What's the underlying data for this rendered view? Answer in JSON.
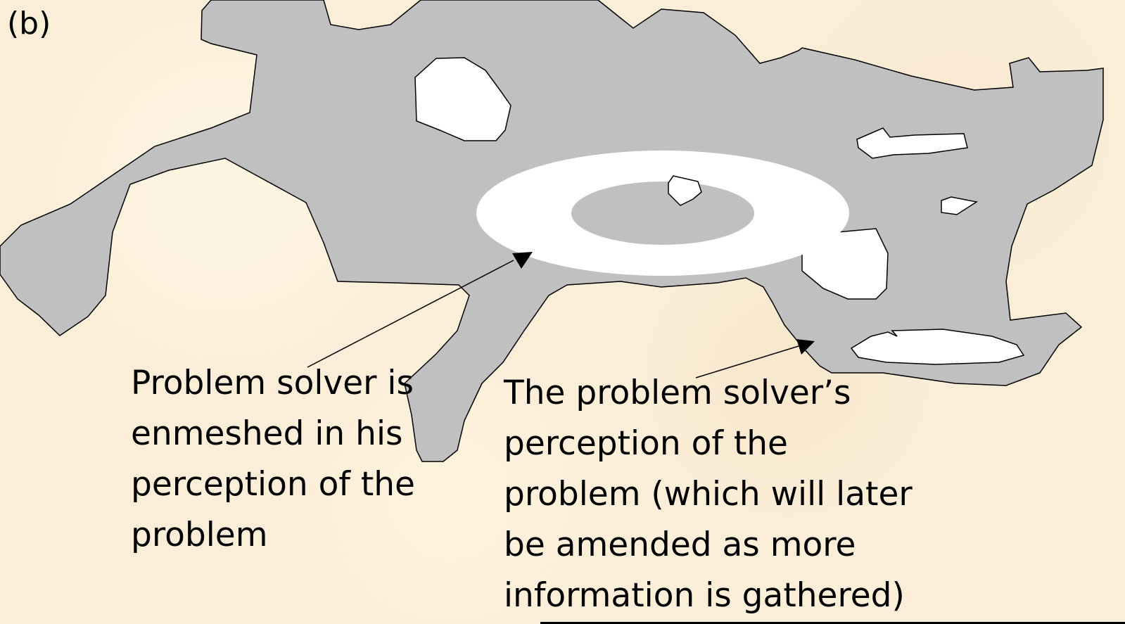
{
  "panel_label": "(b)",
  "annotations": {
    "enmeshed": "Problem solver is\nenmeshed in his\nperception of the\nproblem",
    "perception": "The problem solver’s\nperception of the\nproblem (which will later\nbe amended as more\ninformation is gathered)"
  },
  "colors": {
    "background": "#fbeed8",
    "problem_shape_fill": "#c0c0c0",
    "perception_ring_fill": "#ffffff",
    "outline": "#000000"
  }
}
